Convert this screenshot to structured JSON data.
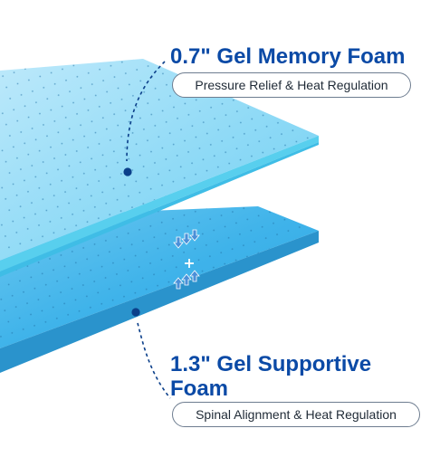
{
  "layers": [
    {
      "title": "0.7\" Gel Memory Foam",
      "subtitle": "Pressure Relief & Heat Regulation",
      "color": "#7fd7f5"
    },
    {
      "title_line1": "1.3\" Gel Supportive",
      "title_line2": "Foam",
      "subtitle": "Spinal Alignment & Heat Regulation",
      "color": "#3fb6ec"
    }
  ],
  "colors": {
    "heading": "#0b4aa6",
    "arrows": "#4a8fd8",
    "leader_dot": "#0b3f8a"
  },
  "icons": [
    "arrows-down-icon",
    "plus-icon",
    "arrows-up-icon"
  ]
}
